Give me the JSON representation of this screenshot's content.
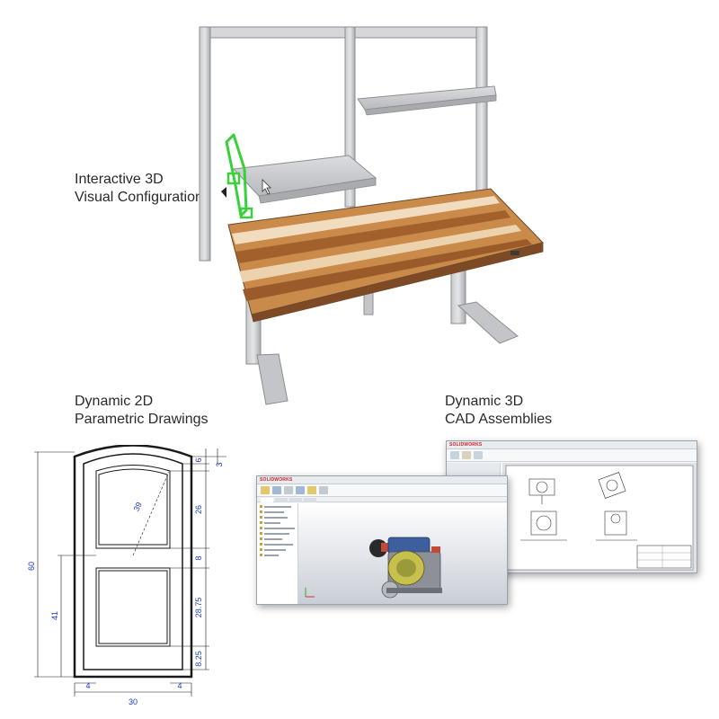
{
  "captions": {
    "configurator": {
      "line1": "Interactive 3D",
      "line2": "Visual Configuration"
    },
    "drawings": {
      "line1": "Dynamic 2D",
      "line2": "Parametric Drawings"
    },
    "assemblies": {
      "line1": "Dynamic 3D",
      "line2": "CAD Assemblies"
    }
  },
  "drawing": {
    "dimensions": {
      "overall_height": "60",
      "lower_panel_height": "41",
      "arch_radius": "39",
      "top_rail": "6",
      "arch_rise": "3",
      "upper_panel": "26",
      "mid_rail": "8",
      "lower_panel": "28.75",
      "bottom_rail": "8.25",
      "left_stile": "4",
      "right_stile": "4",
      "overall_width": "30"
    },
    "colors": {
      "dimension": "#1a3cc8",
      "outline": "#1a1a1a"
    }
  },
  "cad": {
    "logo_text": "SOLIDWORKS",
    "colors": {
      "logo": "#d0202a",
      "viewport_top": "#ffffff",
      "viewport_bottom": "#c9ced6"
    }
  },
  "icons": {
    "cursor": "mouse-pointer-icon",
    "drag_handle": "drag-handle-icon"
  }
}
